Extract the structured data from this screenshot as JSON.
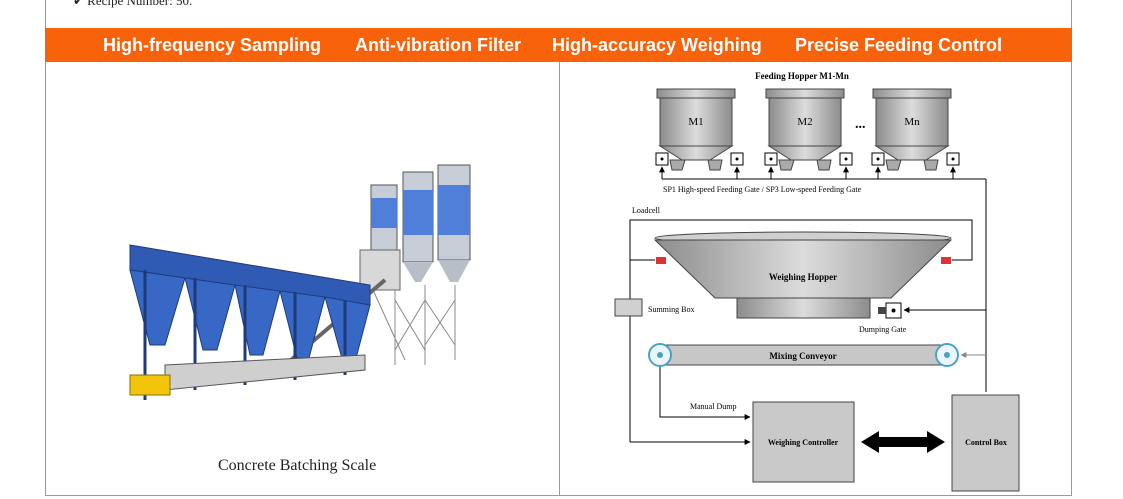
{
  "header": {
    "top_text": "✔ Recipe Number: 50."
  },
  "banner": {
    "items": [
      "High-frequency Sampling",
      "Anti-vibration Filter",
      "High-accuracy Weighing",
      "Precise Feeding Control"
    ],
    "color": "#f7620b"
  },
  "left_panel": {
    "caption": "Concrete Batching Scale"
  },
  "diagram": {
    "hopper_group_title": "Feeding Hopper M1-Mn",
    "hopper_labels": [
      "M1",
      "M2",
      "...",
      "Mn"
    ],
    "gate_text": "SP1 High-speed Feeding Gate / SP3 Low-speed Feeding Gate",
    "loadcell_label": "Loadcell",
    "weighing_hopper": "Weighing Hopper",
    "summing_box": "Summing Box",
    "dumping_gate": "Dumping Gate",
    "mixing_conveyor": "Mixing Conveyor",
    "manual_dump": "Manual Dump",
    "weighing_controller": "Weighing Controller",
    "control_box": "Control Box"
  }
}
